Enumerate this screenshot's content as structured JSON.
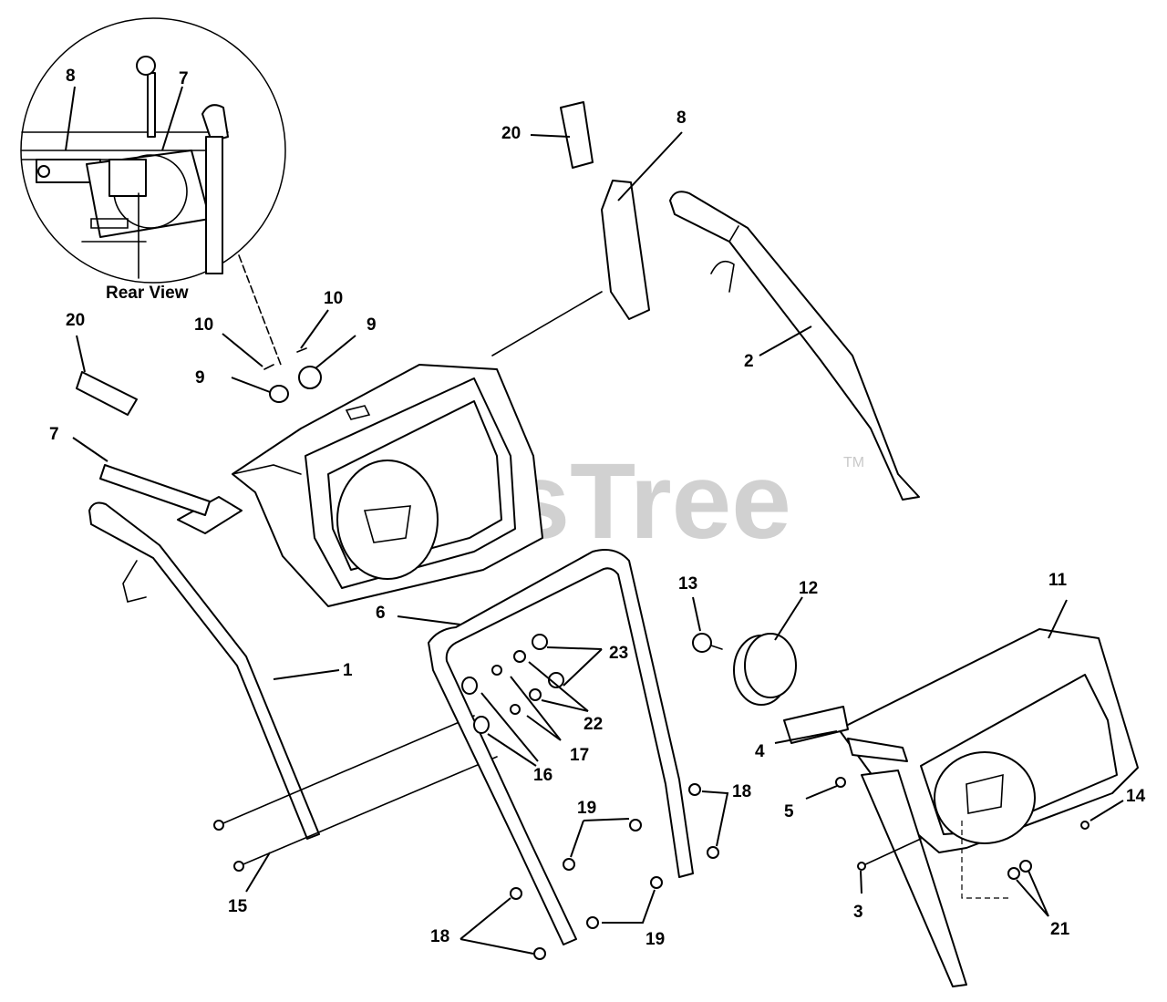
{
  "watermark": {
    "brand": "PartsTree",
    "trademark": "TM"
  },
  "inset": {
    "caption": "Rear View"
  },
  "labels": {
    "l1": "1",
    "l2": "2",
    "l3": "3",
    "l4": "4",
    "l5": "5",
    "l6": "6",
    "l7_inset": "7",
    "l7": "7",
    "l8_inset": "8",
    "l8": "8",
    "l9a": "9",
    "l9b": "9",
    "l10a": "10",
    "l10b": "10",
    "l11": "11",
    "l12": "12",
    "l13": "13",
    "l14": "14",
    "l15": "15",
    "l16": "16",
    "l17": "17",
    "l18a": "18",
    "l18b": "18",
    "l19a": "19",
    "l19b": "19",
    "l20a": "20",
    "l20b": "20",
    "l21": "21",
    "l22": "22",
    "l23": "23"
  }
}
